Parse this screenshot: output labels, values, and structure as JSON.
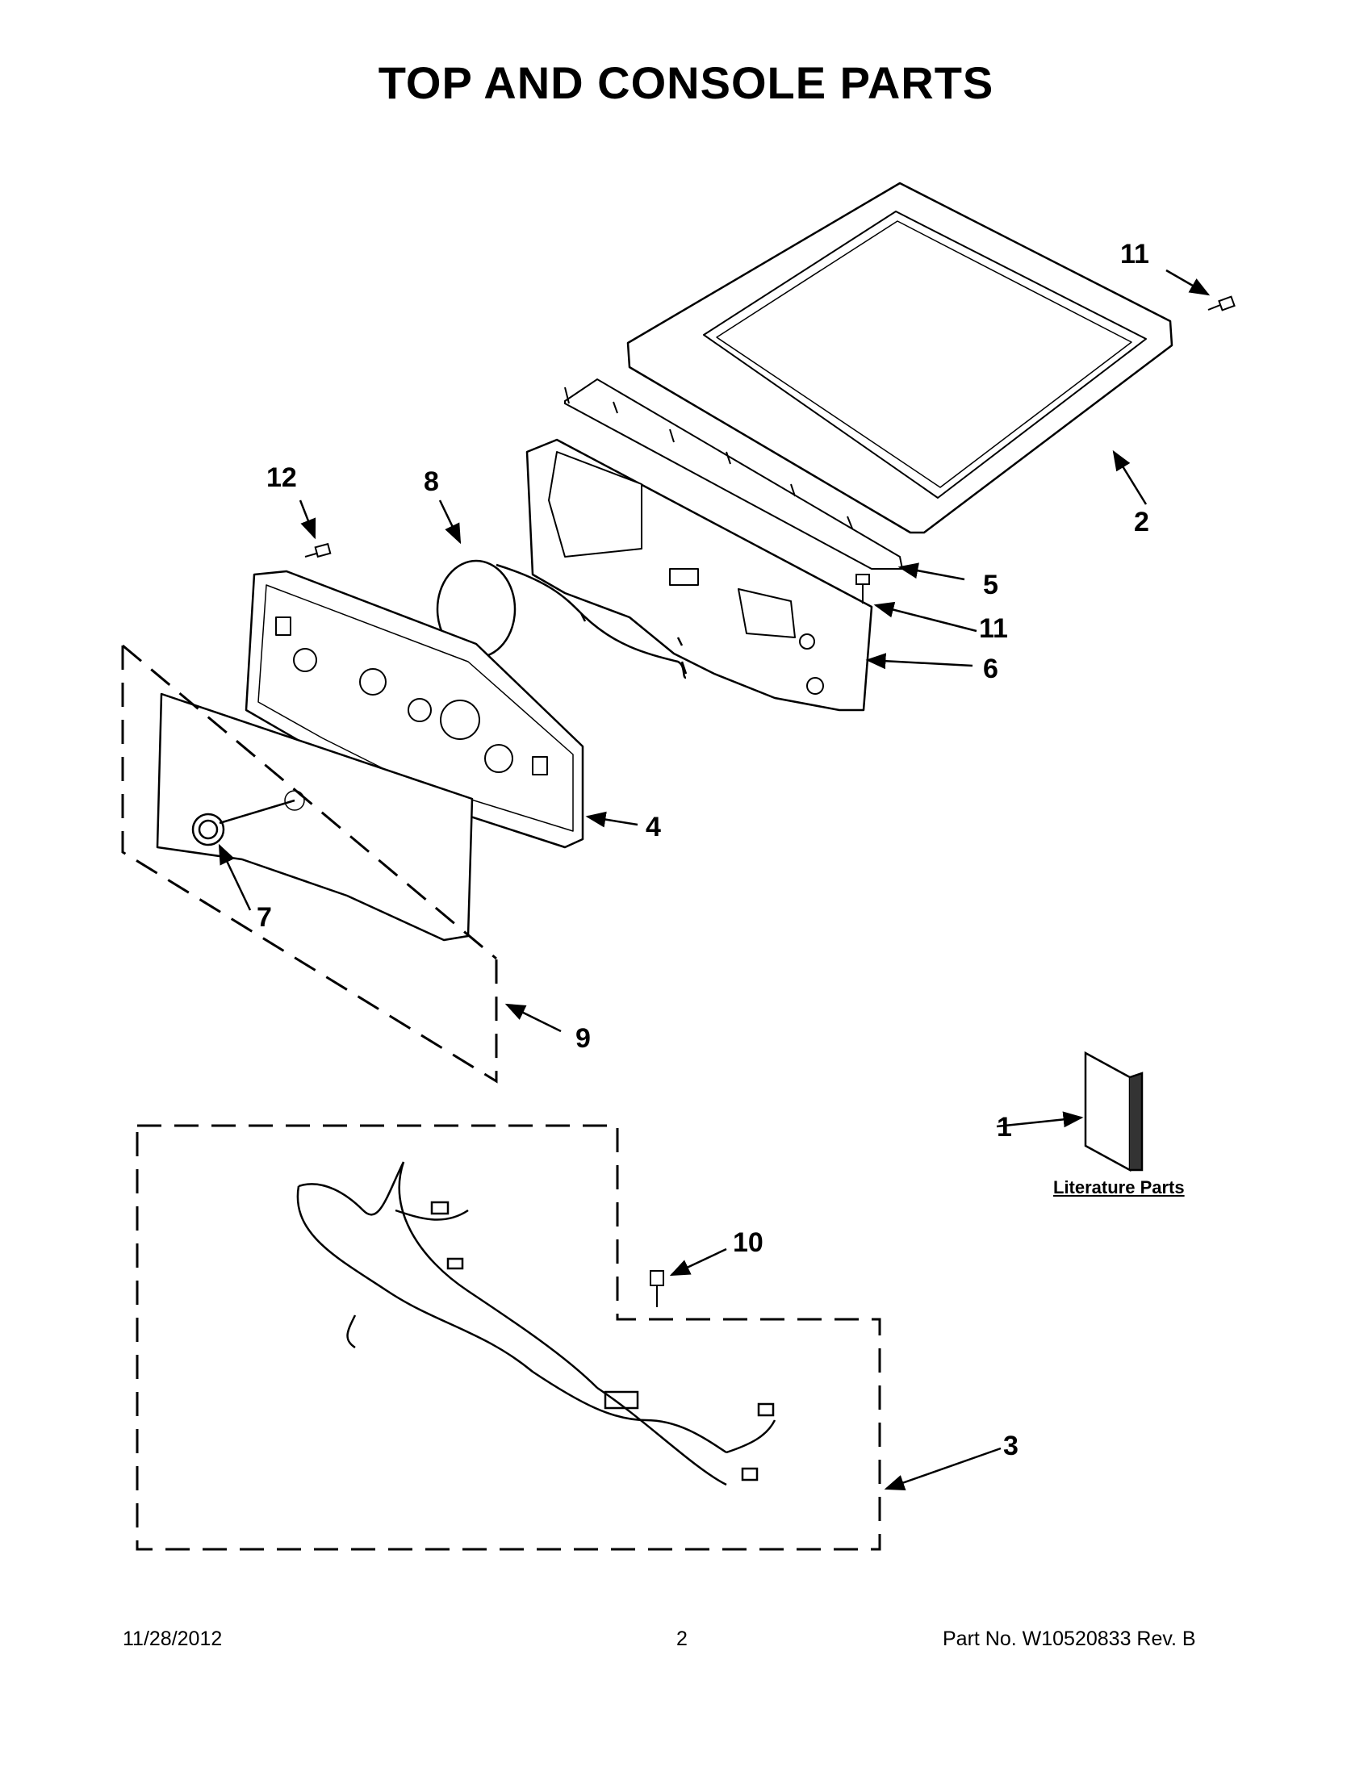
{
  "title": "TOP AND CONSOLE PARTS",
  "callouts": {
    "c1": "1",
    "c2": "2",
    "c3": "3",
    "c4": "4",
    "c5": "5",
    "c6": "6",
    "c7": "7",
    "c8": "8",
    "c9": "9",
    "c10": "10",
    "c11a": "11",
    "c11b": "11",
    "c12": "12"
  },
  "literature_label": "Literature Parts",
  "footer": {
    "date": "11/28/2012",
    "page": "2",
    "part_number": "Part No.  W10520833  Rev.  B"
  }
}
